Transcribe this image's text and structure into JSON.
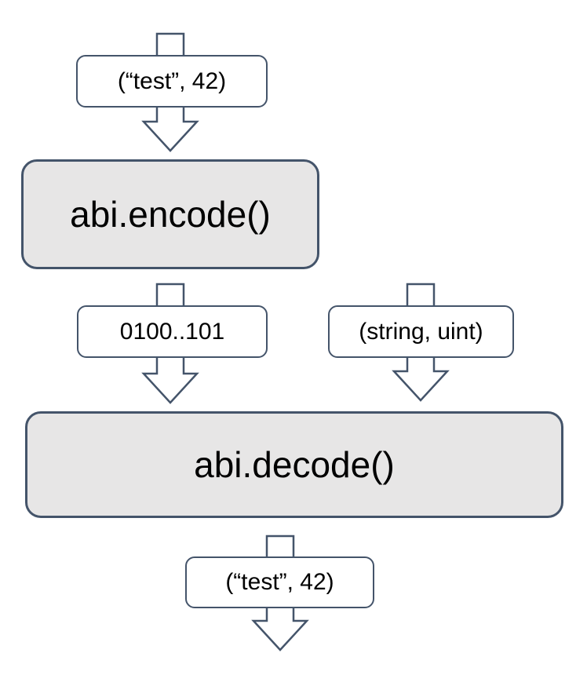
{
  "diagram": {
    "background": "#FFFFFF",
    "colors": {
      "outline": "#44546A",
      "process_fill": "#E7E6E6",
      "value_fill": "#FFFFFF",
      "text": "#000000"
    },
    "nodes": {
      "input_tuple": {
        "label": "(“test”, 42)",
        "type": "value"
      },
      "encode": {
        "label": "abi.encode()",
        "type": "process"
      },
      "encoded_bytes": {
        "label": "0100..101",
        "type": "value"
      },
      "type_signature": {
        "label": "(string, uint)",
        "type": "value"
      },
      "decode": {
        "label": "abi.decode()",
        "type": "process"
      },
      "output_tuple": {
        "label": "(“test”, 42)",
        "type": "value"
      }
    },
    "arrows": [
      {
        "name": "arrow-input-into-encode",
        "path": [
          "input_tuple",
          "encode"
        ]
      },
      {
        "name": "arrow-encode-bytes-into-decode",
        "path": [
          "encode",
          "encoded_bytes",
          "decode"
        ]
      },
      {
        "name": "arrow-types-into-decode",
        "path": [
          "type_signature",
          "decode"
        ]
      },
      {
        "name": "arrow-decode-output-out",
        "path": [
          "decode",
          "output_tuple"
        ]
      }
    ]
  }
}
